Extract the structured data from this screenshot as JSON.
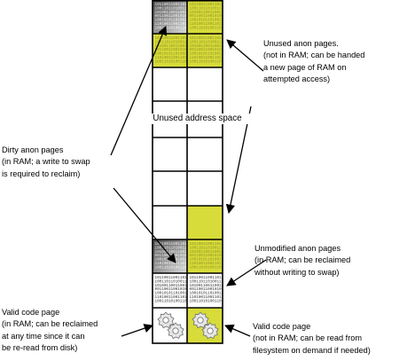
{
  "colors": {
    "yellow_page": "#d7dc3a",
    "dirty_page_dark": "#6a6a6a",
    "dirty_page_light": "#c8c8c8",
    "grid_line": "#000000",
    "arrow": "#000000"
  },
  "column": {
    "middle_label": "Unused address space"
  },
  "pages": {
    "bit_pattern": "101100110011011010011001100110010101101001100110101001100101100101101010011001011001101001011010"
  },
  "labels": {
    "unused_anon": {
      "lines": [
        "Unused anon pages.",
        "(not in RAM; can be handed",
        "a new page of RAM on",
        "attempted access)"
      ]
    },
    "dirty_anon": {
      "lines": [
        "Dirty anon pages",
        "(in RAM; a write to swap",
        "is required to reclaim)"
      ]
    },
    "unmodified_anon": {
      "lines": [
        "Unmodified anon pages",
        "(in RAM; can be reclaimed",
        "without writing to swap)"
      ]
    },
    "valid_code_ram": {
      "lines": [
        "Valid code page",
        "(in RAM; can be reclaimed",
        "at any time since it can",
        "be re-read from disk)"
      ]
    },
    "valid_code_notram": {
      "lines": [
        "Valid code page",
        "(not in RAM; can be read from",
        "filesystem on demand if needed)"
      ]
    }
  },
  "icons": {
    "code_page_left": "gear-icon",
    "code_page_right": "gear-icon"
  }
}
